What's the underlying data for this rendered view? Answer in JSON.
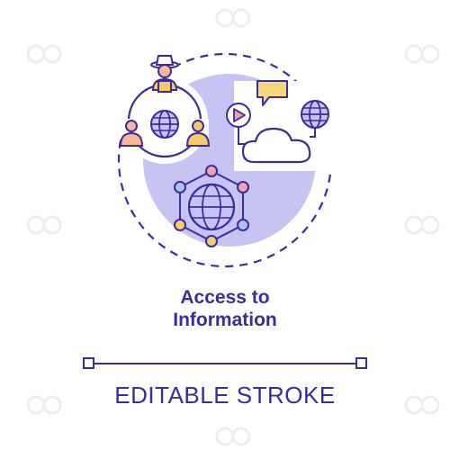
{
  "title_line1": "Access to",
  "title_line2": "Information",
  "footer_label": "EDITABLE STROKE",
  "colors": {
    "outline": "#3d2a9b",
    "accent_lavender": "#c7c4f3",
    "person_head": "#f7b79a",
    "person_body": "#f5c96a",
    "node_pink": "#f5a1ad",
    "node_yellow": "#f3d06a",
    "node_blue": "#a9c6f3",
    "badge_pink": "#f39bb0",
    "bubble_yellow": "#f6d77a",
    "background": "#ffffff",
    "watermark": "#e6e6e6"
  },
  "icons": [
    "user-network-icon",
    "farmer-icon",
    "globe-icon",
    "play-icon",
    "speech-bubble-icon",
    "cloud-icon",
    "network-globe-icon"
  ]
}
